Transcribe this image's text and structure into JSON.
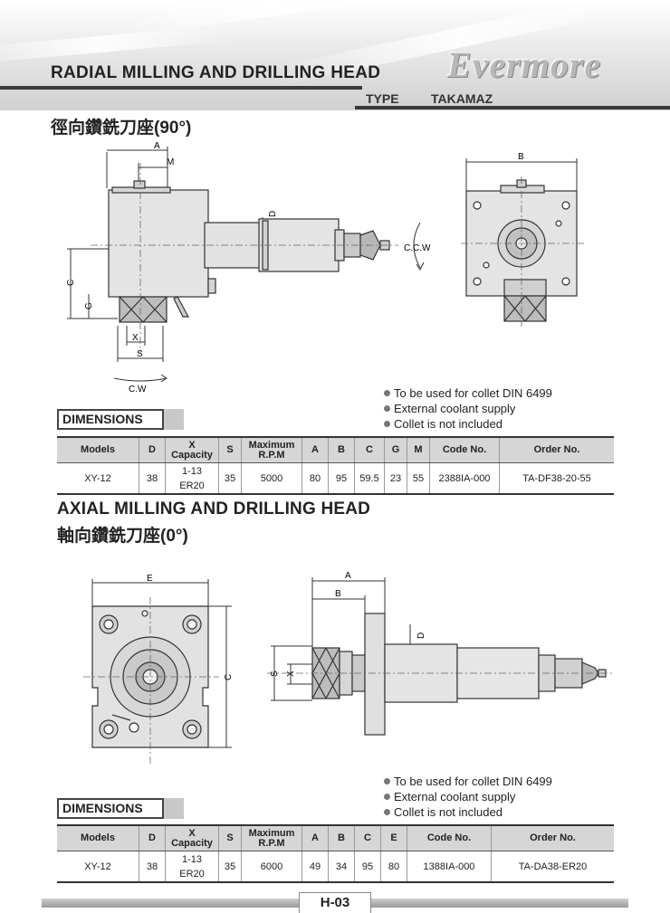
{
  "header": {
    "title": "RADIAL MILLING AND DRILLING HEAD",
    "type_label": "TYPE",
    "type_value": "TAKAMAZ",
    "logo_text": "Evermore"
  },
  "radial": {
    "chinese_title": "徑向鑽銑刀座(90°)",
    "dim_labels": {
      "A": "A",
      "M": "M",
      "D": "D",
      "C": "C",
      "G": "G",
      "X": "X",
      "S": "S",
      "B": "B"
    },
    "rotation_ccw": "C.C.W",
    "rotation_cw": "C.W",
    "notes": [
      "To be used for collet DIN 6499",
      "External coolant supply",
      "Collet is not included"
    ],
    "dimensions_label": "DIMENSIONS",
    "table": {
      "headers": [
        "Models",
        "D",
        "X\nCapacity",
        "S",
        "Maximum\nR.P.M",
        "A",
        "B",
        "C",
        "G",
        "M",
        "Code No.",
        "Order No."
      ],
      "row": [
        "XY-12",
        "38",
        "1-13\nER20",
        "35",
        "5000",
        "80",
        "95",
        "59.5",
        "23",
        "55",
        "2388IA-000",
        "TA-DF38-20-55"
      ]
    }
  },
  "axial": {
    "title": "AXIAL MILLING AND DRILLING HEAD",
    "chinese_title": "軸向鑽銑刀座(0°)",
    "dim_labels": {
      "E": "E",
      "C": "C",
      "A": "A",
      "B": "B",
      "D": "D",
      "S": "S",
      "X": "X"
    },
    "notes": [
      "To be used for collet DIN 6499",
      "External coolant supply",
      "Collet is not included"
    ],
    "dimensions_label": "DIMENSIONS",
    "table": {
      "headers": [
        "Models",
        "D",
        "X\nCapacity",
        "S",
        "Maximum\nR.P.M",
        "A",
        "B",
        "C",
        "E",
        "Code No.",
        "Order No."
      ],
      "row": [
        "XY-12",
        "38",
        "1-13\nER20",
        "35",
        "6000",
        "49",
        "34",
        "95",
        "80",
        "1388IA-000",
        "TA-DA38-ER20"
      ]
    }
  },
  "footer": {
    "page": "H-03"
  },
  "colors": {
    "accent": "#3a3a3a",
    "table_header_bg": "#d6d6d6",
    "part_fill": "#e0e0e0"
  }
}
